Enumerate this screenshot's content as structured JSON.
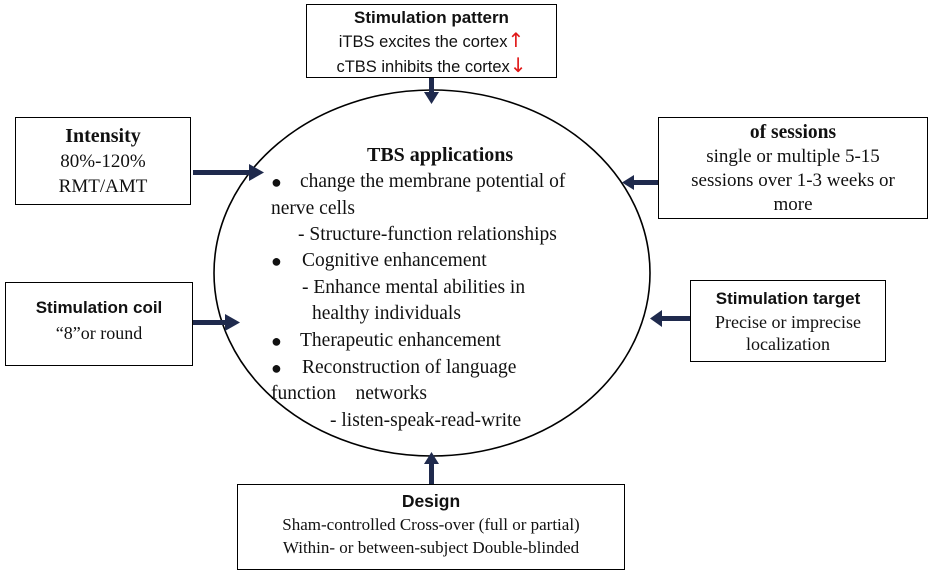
{
  "diagram": {
    "center": {
      "title": "TBS applications",
      "bullet_glyph": "●",
      "lines": [
        "change the membrane potential of",
        "nerve cells",
        "- Structure-function relationships",
        "Cognitive enhancement",
        "- Enhance mental abilities in",
        "healthy individuals",
        "Therapeutic enhancement",
        "Reconstruction of language",
        "function    networks",
        "- listen-speak-read-write"
      ]
    },
    "stimulation_pattern": {
      "title": "Stimulation pattern",
      "line1": "iTBS excites the cortex",
      "line2": "cTBS inhibits the cortex",
      "up_arrow": "↑",
      "down_arrow": "↓"
    },
    "intensity": {
      "title": "Intensity",
      "line1": "80%-120%",
      "line2": "RMT/AMT"
    },
    "sessions": {
      "title": "of sessions",
      "line1": "single or multiple 5-15",
      "line2": "sessions over 1-3 weeks or",
      "line3": "more"
    },
    "coil": {
      "title": "Stimulation coil",
      "line1": "“8”or round"
    },
    "target": {
      "title": "Stimulation target",
      "line1": "Precise or imprecise",
      "line2": "localization"
    },
    "design": {
      "title": "Design",
      "line1": "Sham-controlled Cross-over (full or partial)",
      "line2": "Within- or between-subject Double-blinded"
    },
    "colors": {
      "arrow": "#1f2a4d",
      "red_arrow": "#e01818",
      "border": "#000000"
    }
  }
}
